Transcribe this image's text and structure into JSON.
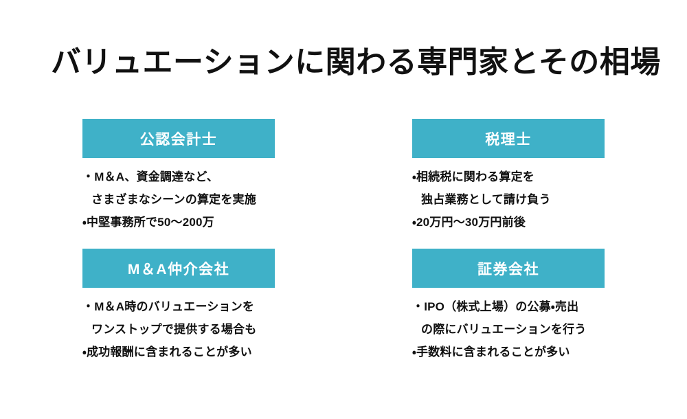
{
  "page": {
    "title": "バリュエーションに関わる専門家とその相場",
    "background_color": "#ffffff",
    "accent_color": "#3fb1c8",
    "text_color": "#111111",
    "header_text_color": "#ffffff"
  },
  "cards": [
    {
      "id": "cpa",
      "header": "公認会計士",
      "position": "top-left",
      "lines": [
        {
          "text": "・M＆A、資金調達など、",
          "continuation": false
        },
        {
          "text": "さまざまなシーンの算定を実施",
          "continuation": true
        },
        {
          "text": "・中堅事務所で50〜200万",
          "continuation": false
        }
      ]
    },
    {
      "id": "tax-accountant",
      "header": "税理士",
      "position": "top-right",
      "lines": [
        {
          "text": "・相続税に関わる算定を",
          "continuation": false
        },
        {
          "text": "独占業務として請け負う",
          "continuation": true
        },
        {
          "text": "・20万円〜30万円前後",
          "continuation": false
        }
      ]
    },
    {
      "id": "ma-broker",
      "header": "M＆A仲介会社",
      "position": "bottom-left",
      "lines": [
        {
          "text": "・M＆A時のバリュエーションを",
          "continuation": false
        },
        {
          "text": "ワンストップで提供する場合も",
          "continuation": true
        },
        {
          "text": "・成功報酬に含まれることが多い",
          "continuation": false
        }
      ]
    },
    {
      "id": "securities-firm",
      "header": "証券会社",
      "position": "bottom-right",
      "lines": [
        {
          "text": "・IPO（株式上場）の公募・売出",
          "continuation": false
        },
        {
          "text": "の際にバリュエーションを行う",
          "continuation": true
        },
        {
          "text": "・手数料に含まれることが多い",
          "continuation": false
        }
      ]
    }
  ]
}
